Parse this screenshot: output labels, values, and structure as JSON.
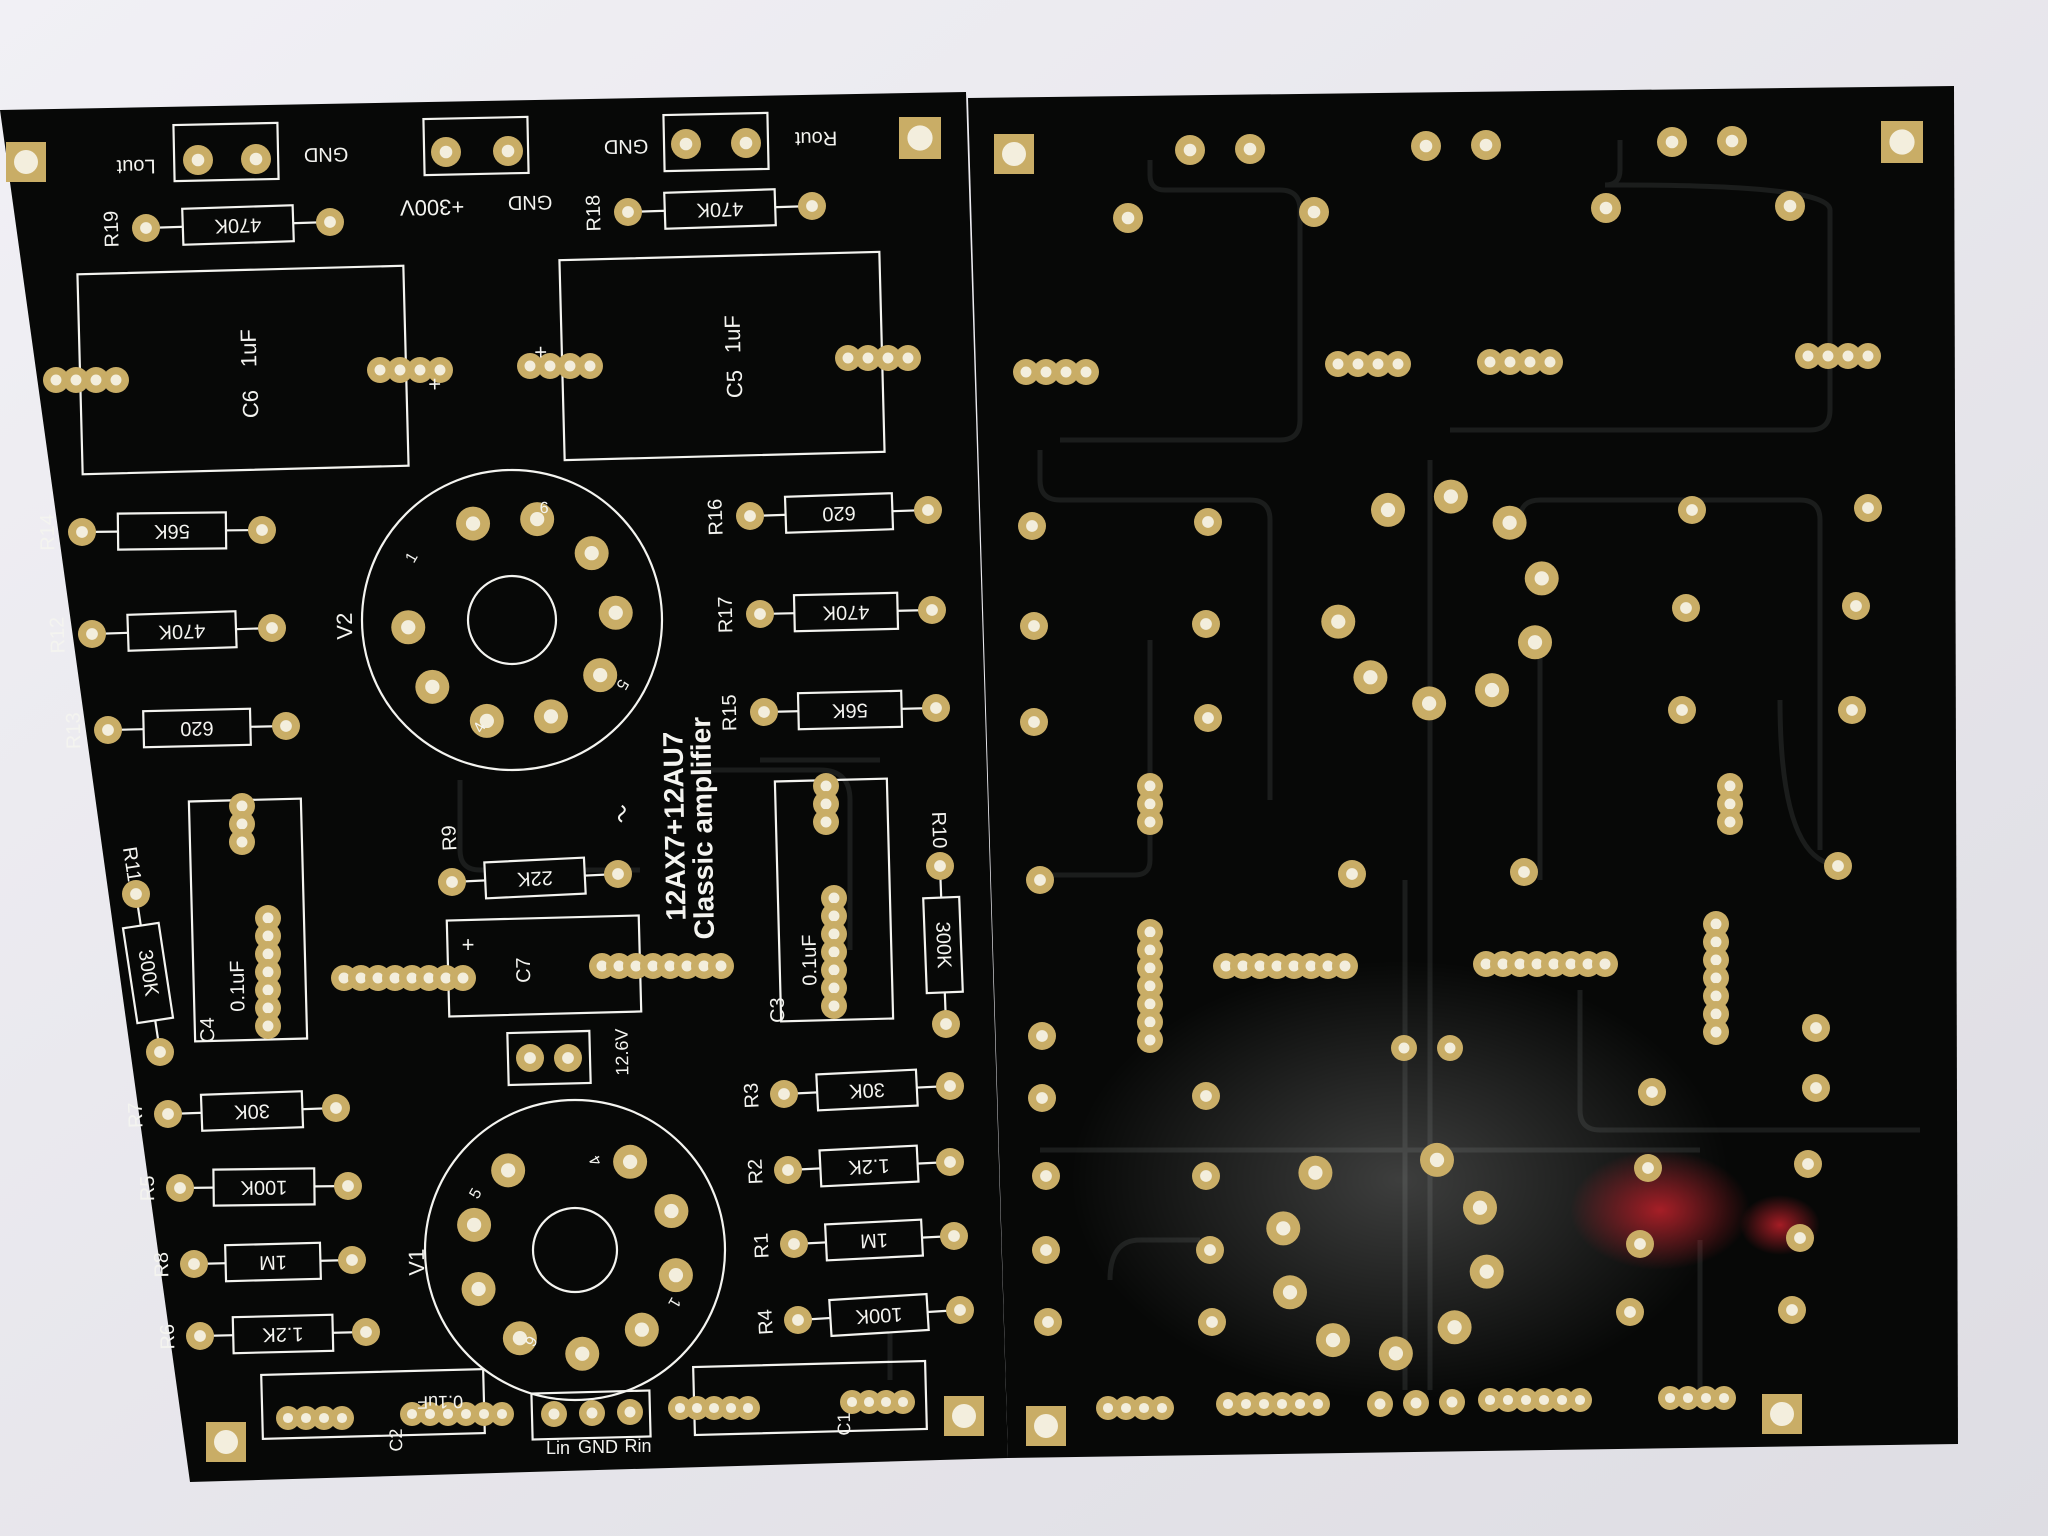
{
  "colors": {
    "backdrop": "#e9e8ee",
    "board": "#070807",
    "pad_gold": "#c9ad66",
    "pad_hole": "#f3eedd",
    "silkscreen": "#f4f4f0",
    "trace": "#1a1c1b",
    "reflection": "#b3202a"
  },
  "front_board": {
    "title_line1": "12AX7+12AU7",
    "title_line2": "Classic  amplifier",
    "connectors": {
      "lout": "Lout",
      "gnd_left": "GND",
      "v300": "+300V",
      "gnd_mid": "GND",
      "gnd_right": "GND",
      "rout": "Rout",
      "v12": "12.6V",
      "lin": "Lin",
      "gnd_in": "GND",
      "rin": "Rin"
    },
    "caps": {
      "c6_ref": "C6",
      "c6_val": "1uF",
      "c5_ref": "C5",
      "c5_val": "1uF",
      "c4_ref": "C4",
      "c4_val": "0.1uF",
      "c3_ref": "C3",
      "c3_val": "0.1uF",
      "c7_ref": "C7",
      "c2_ref": "C2",
      "c2_val": "0.1uF",
      "c1_ref": "C1",
      "plus": "+"
    },
    "tubes": {
      "v2": "V2",
      "v1": "V1",
      "pin1": "1",
      "pin4": "4",
      "pin5": "5",
      "pin9": "9"
    },
    "resistors": {
      "r19_ref": "R19",
      "r19_val": "470K",
      "r18_ref": "R18",
      "r18_val": "470K",
      "r14_ref": "R14",
      "r14_val": "56K",
      "r12_ref": "R12",
      "r12_val": "470K",
      "r13_ref": "R13",
      "r13_val": "620",
      "r16_ref": "R16",
      "r16_val": "620",
      "r17_ref": "R17",
      "r17_val": "470K",
      "r15_ref": "R15",
      "r15_val": "56K",
      "r9_ref": "R9",
      "r9_val": "22K",
      "r11_ref": "R11",
      "r11_val": "300K",
      "r10_ref": "R10",
      "r10_val": "300K",
      "r7_ref": "R7",
      "r7_val": "30K",
      "r5_ref": "R5",
      "r5_val": "100K",
      "r8_ref": "R8",
      "r8_val": "1M",
      "r6_ref": "R6",
      "r6_val": "1.2K",
      "r3_ref": "R3",
      "r3_val": "30K",
      "r2_ref": "R2",
      "r2_val": "1.2K",
      "r1_ref": "R1",
      "r1_val": "1M",
      "r4_ref": "R4",
      "r4_val": "100K"
    }
  }
}
